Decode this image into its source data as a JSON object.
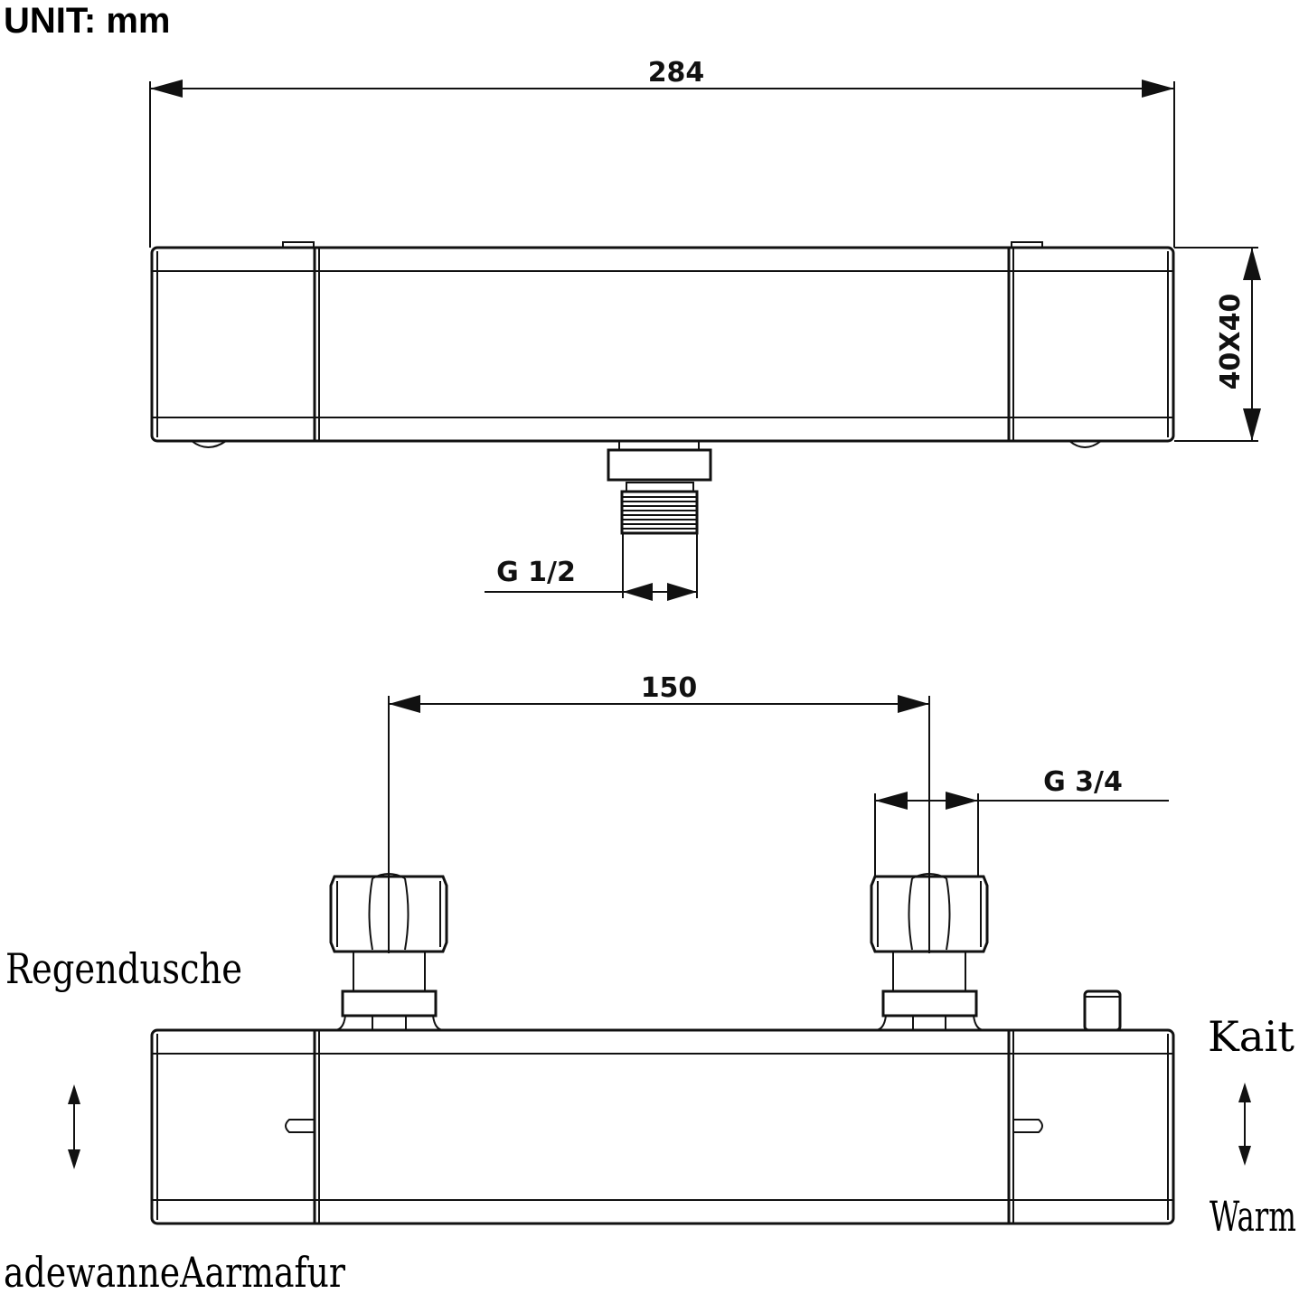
{
  "unit_label": "UNIT: mm",
  "dimensions": {
    "overall_length": "284",
    "section": "40X40",
    "outlet_thread": "G 1/2",
    "inlet_spacing": "150",
    "inlet_thread": "G 3/4"
  },
  "labels": {
    "left_top": "Regendusche",
    "left_bottom": "adewanneAarmafur",
    "right_top": "Kait",
    "right_bottom": "Warm"
  },
  "colors": {
    "line": "#111111",
    "background": "#ffffff"
  }
}
